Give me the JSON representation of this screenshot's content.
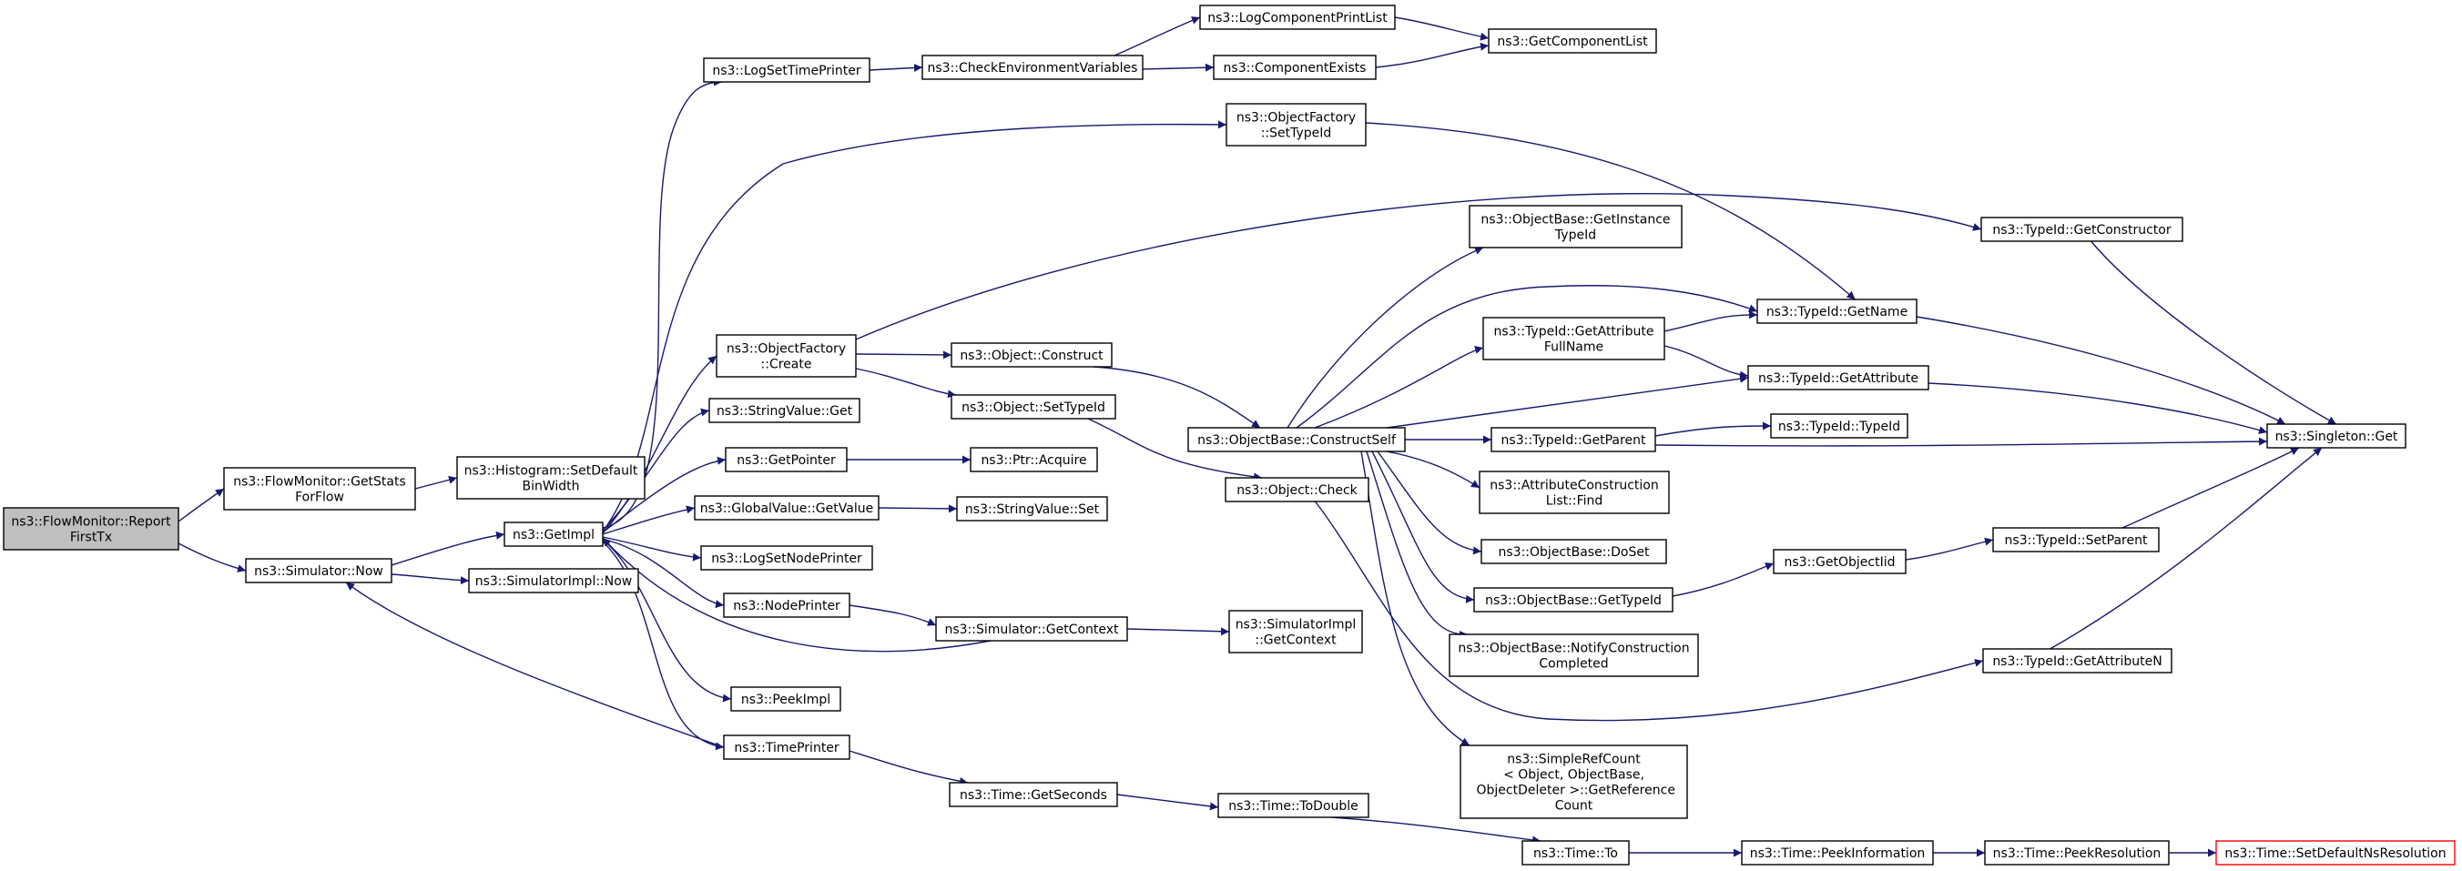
{
  "graph": {
    "colors": {
      "edge": "#191970",
      "root_fill": "#bfbfbf",
      "node_fill": "#ffffff",
      "node_border": "#000000",
      "external_border": "#ff0000"
    },
    "nodes": [
      {
        "id": "report",
        "label": "ns3::FlowMonitor::Report\nFirstTx",
        "root": true
      },
      {
        "id": "getstats",
        "label": "ns3::FlowMonitor::GetStats\nForFlow"
      },
      {
        "id": "histogram",
        "label": "ns3::Histogram::SetDefault\nBinWidth"
      },
      {
        "id": "simnow",
        "label": "ns3::Simulator::Now"
      },
      {
        "id": "getimpl",
        "label": "ns3::GetImpl"
      },
      {
        "id": "simimplnow",
        "label": "ns3::SimulatorImpl::Now"
      },
      {
        "id": "logsettime",
        "label": "ns3::LogSetTimePrinter"
      },
      {
        "id": "checkenv",
        "label": "ns3::CheckEnvironmentVariables"
      },
      {
        "id": "logcomplist",
        "label": "ns3::LogComponentPrintList"
      },
      {
        "id": "compexists",
        "label": "ns3::ComponentExists"
      },
      {
        "id": "getcomplist",
        "label": "ns3::GetComponentList"
      },
      {
        "id": "objfactsettype",
        "label": "ns3::ObjectFactory\n::SetTypeId"
      },
      {
        "id": "objfactcreate",
        "label": "ns3::ObjectFactory\n::Create"
      },
      {
        "id": "objconstruct",
        "label": "ns3::Object::Construct"
      },
      {
        "id": "objsettype",
        "label": "ns3::Object::SetTypeId"
      },
      {
        "id": "stringget",
        "label": "ns3::StringValue::Get"
      },
      {
        "id": "getpointer",
        "label": "ns3::GetPointer"
      },
      {
        "id": "ptracquire",
        "label": "ns3::Ptr::Acquire"
      },
      {
        "id": "globalget",
        "label": "ns3::GlobalValue::GetValue"
      },
      {
        "id": "stringset",
        "label": "ns3::StringValue::Set"
      },
      {
        "id": "logsetnode",
        "label": "ns3::LogSetNodePrinter"
      },
      {
        "id": "nodeprinter",
        "label": "ns3::NodePrinter"
      },
      {
        "id": "simgetctx",
        "label": "ns3::Simulator::GetContext"
      },
      {
        "id": "simimplctx",
        "label": "ns3::SimulatorImpl\n::GetContext"
      },
      {
        "id": "peekimpl",
        "label": "ns3::PeekImpl"
      },
      {
        "id": "timeprinter",
        "label": "ns3::TimePrinter"
      },
      {
        "id": "timegetsec",
        "label": "ns3::Time::GetSeconds"
      },
      {
        "id": "timetodouble",
        "label": "ns3::Time::ToDouble"
      },
      {
        "id": "timeto",
        "label": "ns3::Time::To"
      },
      {
        "id": "peekinfo",
        "label": "ns3::Time::PeekInformation"
      },
      {
        "id": "peekres",
        "label": "ns3::Time::PeekResolution"
      },
      {
        "id": "setdefres",
        "label": "ns3::Time::SetDefaultNsResolution",
        "external": true
      },
      {
        "id": "constructself",
        "label": "ns3::ObjectBase::ConstructSelf"
      },
      {
        "id": "objcheck",
        "label": "ns3::Object::Check"
      },
      {
        "id": "getinsttype",
        "label": "ns3::ObjectBase::GetInstance\nTypeId"
      },
      {
        "id": "getattrfull",
        "label": "ns3::TypeId::GetAttribute\nFullName"
      },
      {
        "id": "typegetparent",
        "label": "ns3::TypeId::GetParent"
      },
      {
        "id": "attrlistfind",
        "label": "ns3::AttributeConstruction\nList::Find"
      },
      {
        "id": "objdoset",
        "label": "ns3::ObjectBase::DoSet"
      },
      {
        "id": "objgettype",
        "label": "ns3::ObjectBase::GetTypeId"
      },
      {
        "id": "notifyconst",
        "label": "ns3::ObjectBase::NotifyConstruction\nCompleted"
      },
      {
        "id": "simplerefcount",
        "label": "ns3::SimpleRefCount\n< Object, ObjectBase,\n ObjectDeleter >::GetReference\nCount"
      },
      {
        "id": "typegetctor",
        "label": "ns3::TypeId::GetConstructor"
      },
      {
        "id": "typegetname",
        "label": "ns3::TypeId::GetName"
      },
      {
        "id": "typegetattr",
        "label": "ns3::TypeId::GetAttribute"
      },
      {
        "id": "typetypeid",
        "label": "ns3::TypeId::TypeId"
      },
      {
        "id": "getobjiid",
        "label": "ns3::GetObjectIid"
      },
      {
        "id": "typesetparent",
        "label": "ns3::TypeId::SetParent"
      },
      {
        "id": "typegetattrn",
        "label": "ns3::TypeId::GetAttributeN"
      },
      {
        "id": "singletonget",
        "label": "ns3::Singleton::Get"
      }
    ]
  }
}
